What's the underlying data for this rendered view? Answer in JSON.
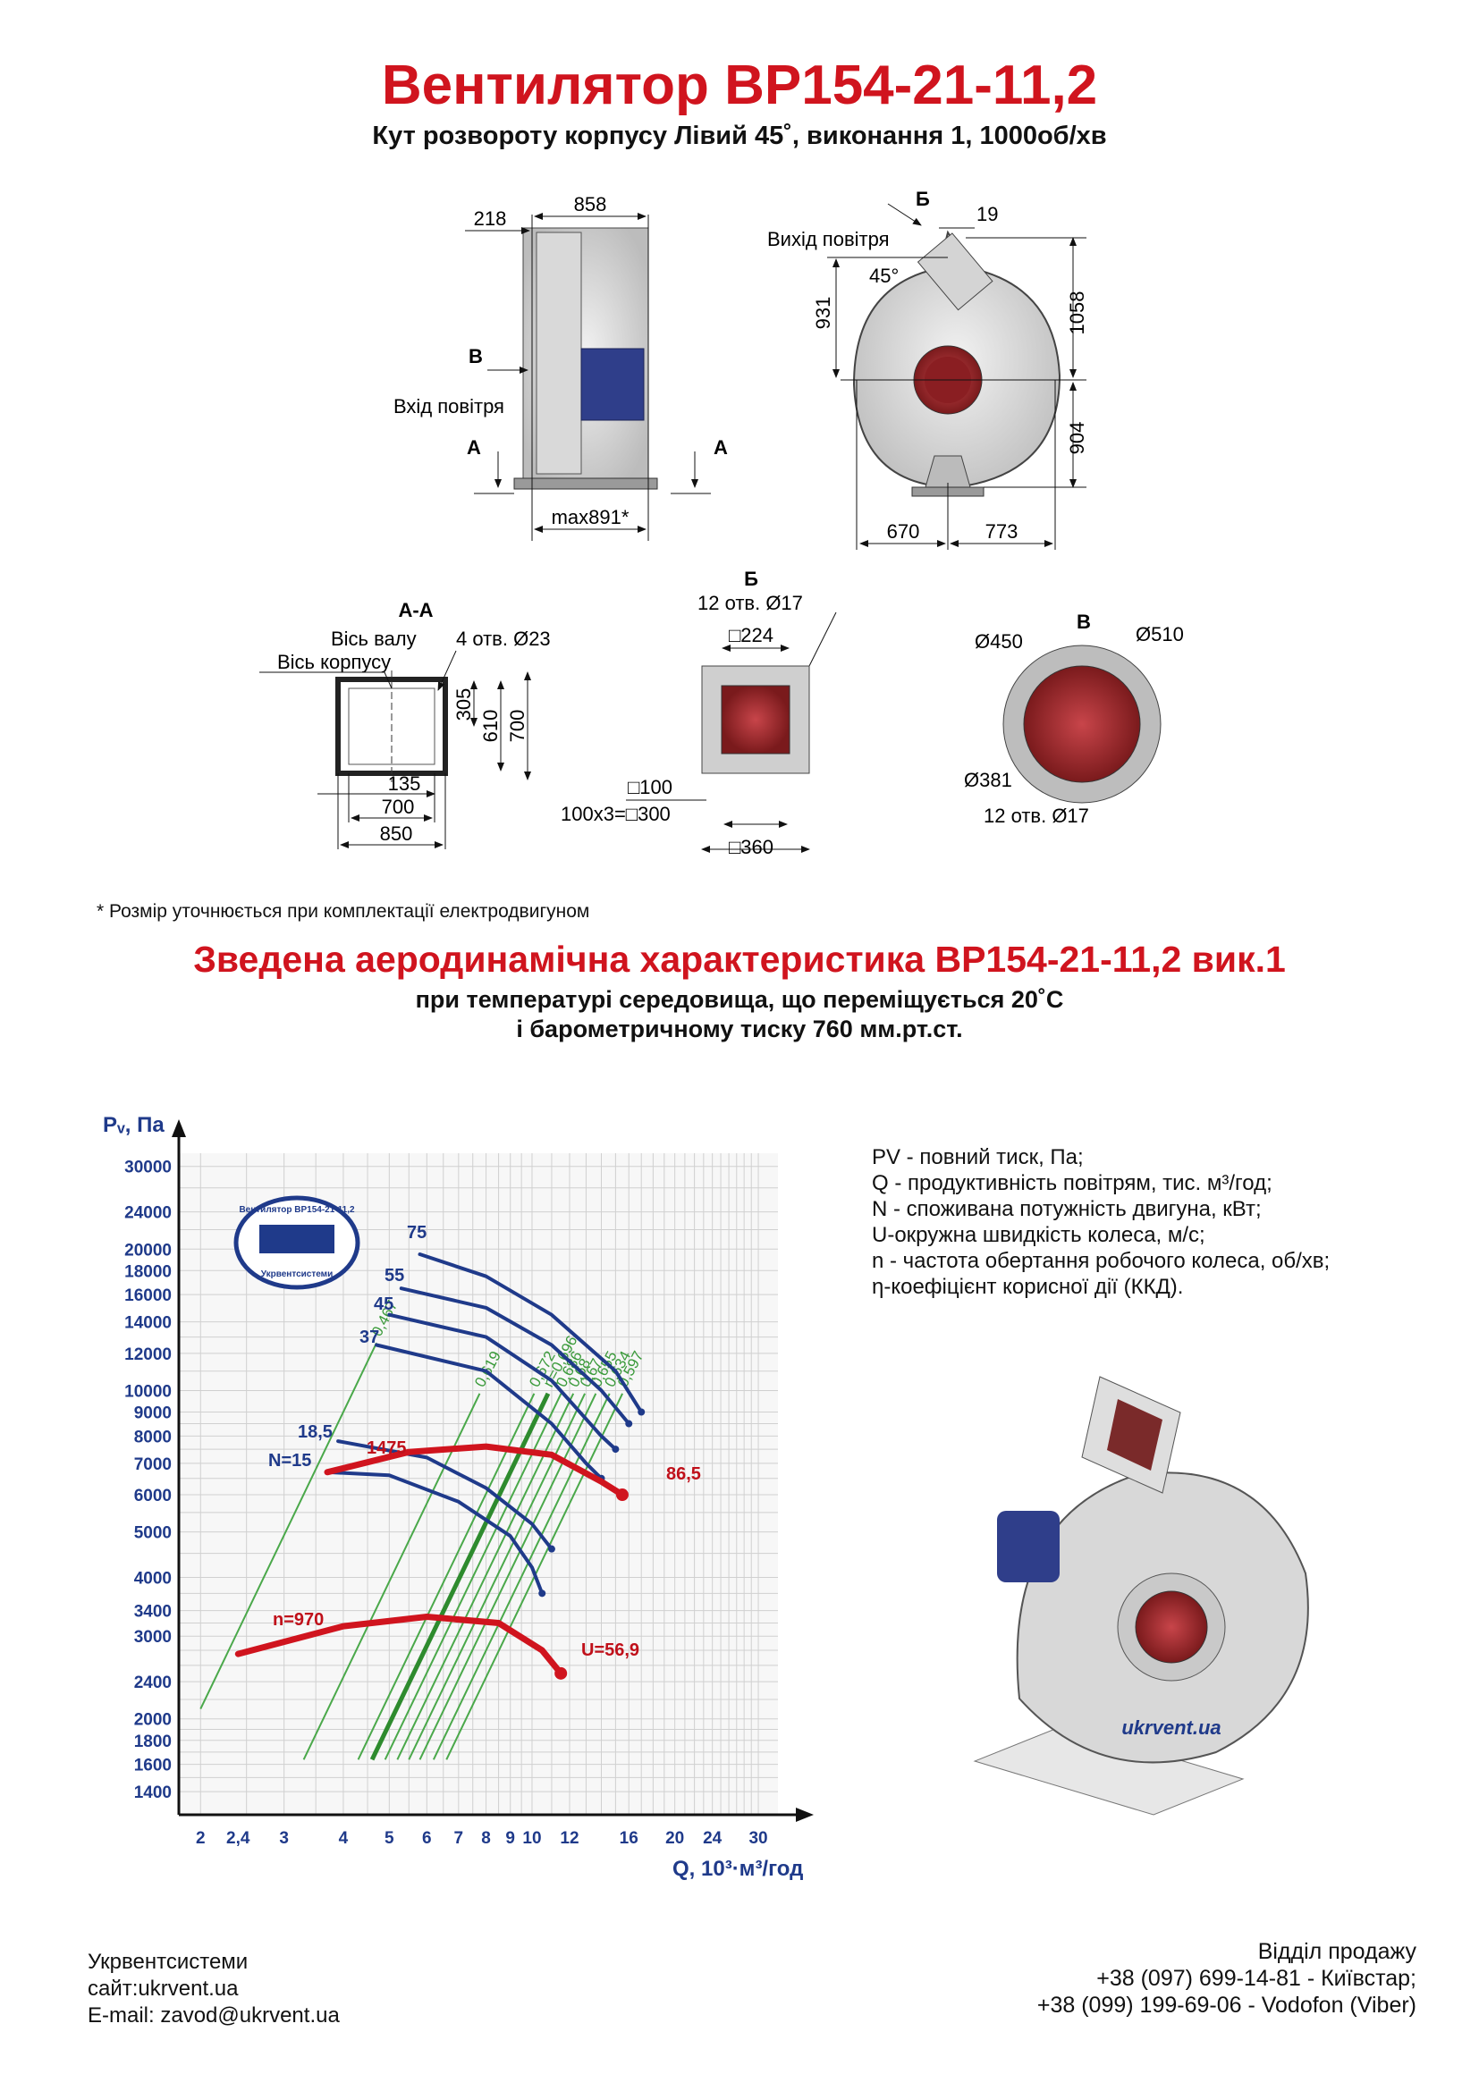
{
  "header": {
    "title": "Вентилятор ВР154-21-11,2",
    "subtitle": "Кут розвороту корпусу Лівий 45˚, виконання 1, 1000об/хв"
  },
  "drawings": {
    "side_view": {
      "dim_218": "218",
      "dim_858": "858",
      "label_b": "В",
      "inlet_label": "Вхід повітря",
      "label_a1": "А",
      "label_a2": "А",
      "dim_max": "max891*"
    },
    "front_view": {
      "label_b": "Б",
      "dim_19": "19",
      "outlet_label": "Вихід повітря",
      "angle": "45°",
      "dim_931": "931",
      "dim_1058": "1058",
      "dim_904": "904",
      "dim_670": "670",
      "dim_773": "773"
    },
    "section_aa": {
      "title": "А-А",
      "shaft_axis": "Вісь валу",
      "body_axis": "Вісь корпусу",
      "holes": "4 отв. Ø23",
      "dim_305": "305",
      "dim_610": "610",
      "dim_700v": "700",
      "dim_135": "135",
      "dim_700": "700",
      "dim_850": "850"
    },
    "view_b": {
      "title": "Б",
      "holes": "12 отв.  Ø17",
      "dim_224": "□224",
      "dim_100": "□100",
      "dim_300": "100х3=□300",
      "dim_360": "□360"
    },
    "view_v": {
      "title": "В",
      "d450": "Ø450",
      "d510": "Ø510",
      "d381": "Ø381",
      "holes": "12 отв.  Ø17"
    },
    "watermark": "ukrvent.ua"
  },
  "footnote": "* Розмір уточнюється при комплектації електродвигуном",
  "section": {
    "title": "Зведена аеродинамічна характеристика ВР154-21-11,2 вик.1",
    "line1": "при температурі середовища, що переміщується 20˚С",
    "line2": "і барометричному тиску 760 мм.рт.ст."
  },
  "chart_data": {
    "type": "line",
    "ylabel": "Pᵥ, Па",
    "xlabel": "Q, 10³·м³/год",
    "x_scale": "log",
    "y_scale": "log",
    "x_ticks": [
      "2",
      "2,4",
      "3",
      "4",
      "5",
      "6",
      "7",
      "8",
      "9",
      "10",
      "12",
      "16",
      "20",
      "24",
      "30"
    ],
    "y_ticks": [
      "30000",
      "24000",
      "20000",
      "18000",
      "16000",
      "14000",
      "12000",
      "10000",
      "9000",
      "8000",
      "7000",
      "6000",
      "5000",
      "4000",
      "3400",
      "3000",
      "2400",
      "2000",
      "1800",
      "1600",
      "1400"
    ],
    "grid": true,
    "efficiency_lines": [
      "0,467",
      "0,619",
      "0,672",
      "η=0,696",
      "0,686",
      "0,68",
      "0,67",
      "0,655",
      "0,634",
      "0,597"
    ],
    "series": [
      {
        "name": "75",
        "points": [
          [
            5.8,
            19500
          ],
          [
            8,
            17500
          ],
          [
            11,
            14500
          ],
          [
            15,
            11000
          ],
          [
            17,
            9000
          ]
        ]
      },
      {
        "name": "55",
        "points": [
          [
            5.3,
            16500
          ],
          [
            8,
            15000
          ],
          [
            11,
            12500
          ],
          [
            14,
            10000
          ],
          [
            16,
            8500
          ]
        ]
      },
      {
        "name": "45",
        "points": [
          [
            5,
            14500
          ],
          [
            8,
            13000
          ],
          [
            11,
            10500
          ],
          [
            14,
            8000
          ],
          [
            15,
            7500
          ]
        ]
      },
      {
        "name": "37",
        "points": [
          [
            4.7,
            12500
          ],
          [
            8,
            11000
          ],
          [
            11,
            8500
          ],
          [
            13,
            7000
          ],
          [
            14,
            6500
          ]
        ]
      },
      {
        "name": "18,5",
        "points": [
          [
            3.9,
            7800
          ],
          [
            6,
            7200
          ],
          [
            8,
            6200
          ],
          [
            10,
            5200
          ],
          [
            11,
            4600
          ]
        ]
      },
      {
        "name": "N=15",
        "points": [
          [
            3.7,
            6700
          ],
          [
            5,
            6600
          ],
          [
            7,
            5800
          ],
          [
            9,
            4900
          ],
          [
            10,
            4200
          ],
          [
            10.5,
            3700
          ]
        ]
      },
      {
        "name": "n=1475",
        "color": "#d0141e",
        "points": [
          [
            3.7,
            6700
          ],
          [
            5.5,
            7400
          ],
          [
            8,
            7600
          ],
          [
            11,
            7300
          ],
          [
            14,
            6400
          ],
          [
            15.5,
            6000
          ]
        ]
      },
      {
        "name": "n=970",
        "color": "#d0141e",
        "points": [
          [
            2.4,
            2750
          ],
          [
            4,
            3150
          ],
          [
            6,
            3300
          ],
          [
            8.5,
            3200
          ],
          [
            10.5,
            2800
          ],
          [
            11.5,
            2500
          ]
        ]
      }
    ],
    "labels": {
      "n1475": "1475",
      "u865": "86,5",
      "n970": "n=970",
      "u569": "U=56,9",
      "r75": "75",
      "r55": "55",
      "r45": "45",
      "r37": "37",
      "r185": "18,5",
      "n15": "N=15"
    },
    "logo_text": "Вентилятор ВР154-21-11,2",
    "logo_sub": "Укрвентсистеми"
  },
  "legend": [
    "PV - повний тиск, Па;",
    "Q - продуктивність повітрям, тис. м³/год;",
    "N - споживана потужність двигуна, кВт;",
    "U-окружна швидкість колеса, м/с;",
    "n - частота обертання робочого колеса, об/хв;",
    "η-коефіцієнт корисної дії (ККД)."
  ],
  "footer": {
    "company": "Укрвентсистеми",
    "site": "сайт:ukrvent.ua",
    "email": "E-mail: zavod@ukrvent.ua",
    "sales": "Відділ продажу",
    "phone1": "+38 (097) 699-14-81 - Київстар;",
    "phone2": "+38 (099) 199-69-06 - Vodofon (Viber)"
  }
}
